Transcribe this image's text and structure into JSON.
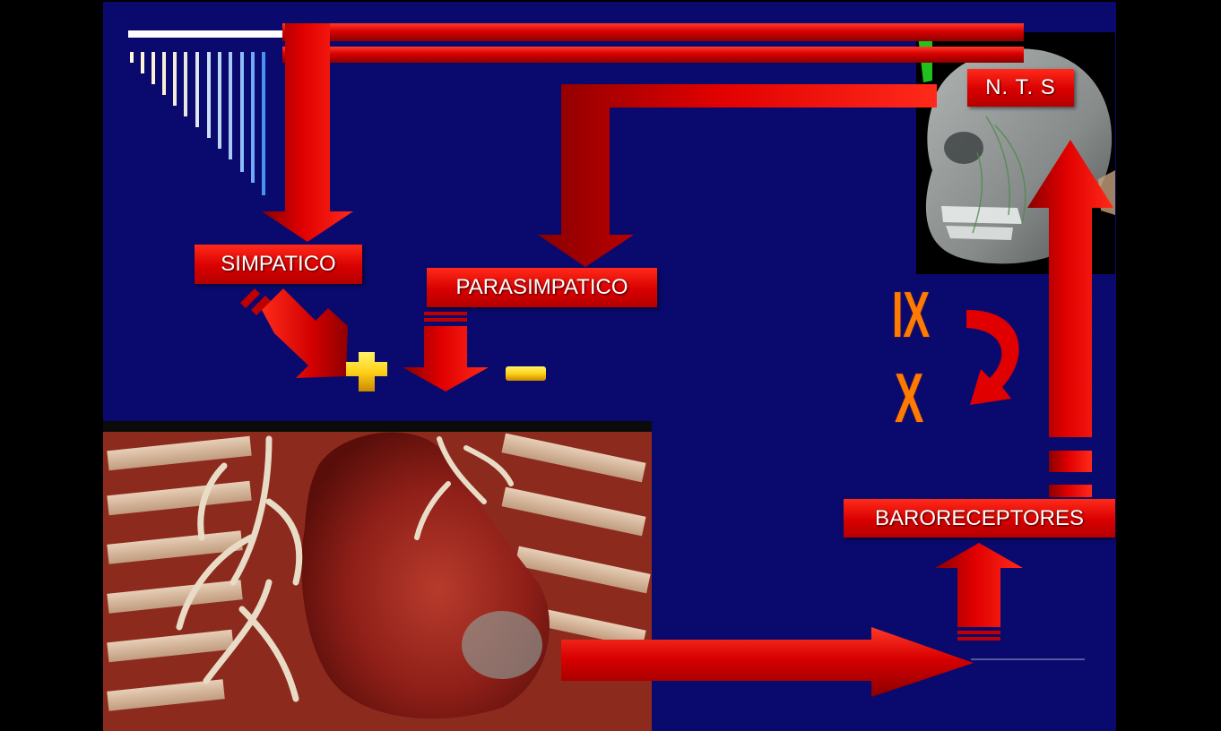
{
  "labels": {
    "simpatico": "SIMPATICO",
    "parasimpatico": "PARASIMPATICO",
    "nts": "N. T. S",
    "baroreceptores": "BARORECEPTORES"
  },
  "nerves": {
    "glossopharyngeal": "IX",
    "vagus": "X"
  },
  "effects": {
    "sympathetic_sign": "+",
    "parasympathetic_sign": "-"
  },
  "images": {
    "skull": "skull-image",
    "thorax": "thorax-heart-image"
  },
  "colors": {
    "background": "#000000",
    "panel": "#0a0a6e",
    "arrow_red": "#e00000",
    "sign_yellow": "#ffd21a",
    "nerve_orange": "#ff7a00"
  }
}
